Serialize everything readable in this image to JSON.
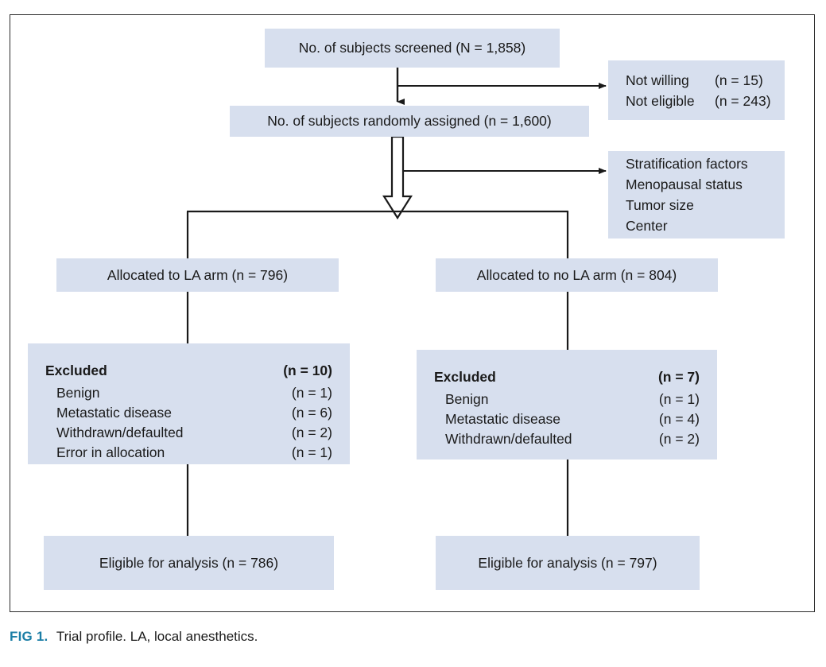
{
  "figure": {
    "caption_tag": "FIG 1.",
    "caption_text": "Trial profile. LA, local anesthetics.",
    "box_fill": "#d7dfee",
    "line_color": "#1a1a1a",
    "tag_color": "#1b7ea6"
  },
  "chart_data": {
    "type": "diagram",
    "title": "Trial profile",
    "nodes": [
      {
        "id": "screened",
        "label": "No. of subjects screened (N = 1,858)",
        "n": 1858
      },
      {
        "id": "randomized",
        "label": "No. of subjects randomly assigned (n = 1,600)",
        "n": 1600
      },
      {
        "id": "la_arm",
        "label": "Allocated to LA arm (n = 796)",
        "n": 796
      },
      {
        "id": "no_la_arm",
        "label": "Allocated to no LA arm (n = 804)",
        "n": 804
      },
      {
        "id": "eligible_la",
        "label": "Eligible for analysis (n = 786)",
        "n": 786
      },
      {
        "id": "eligible_no_la",
        "label": "Eligible for analysis (n = 797)",
        "n": 797
      }
    ]
  },
  "nodes": {
    "screened": {
      "text": "No. of subjects screened (N = 1,858)"
    },
    "randomized": {
      "text": "No. of subjects randomly assigned (n = 1,600)"
    },
    "la_arm": {
      "text": "Allocated to LA arm (n = 796)"
    },
    "no_la_arm": {
      "text": "Allocated to no LA arm (n = 804)"
    },
    "eligible_la": {
      "text": "Eligible for analysis (n = 786)"
    },
    "eligible_no_la": {
      "text": "Eligible for analysis (n = 797)"
    }
  },
  "not_included": {
    "rows": [
      {
        "label": "Not willing",
        "value": "(n = 15)"
      },
      {
        "label": "Not eligible",
        "value": "(n = 243)"
      }
    ]
  },
  "stratification": {
    "rows": [
      {
        "label": "Stratification factors"
      },
      {
        "label": "Menopausal status"
      },
      {
        "label": "Tumor size"
      },
      {
        "label": "Center"
      }
    ]
  },
  "excluded_la": {
    "head_label": "Excluded",
    "head_value": "(n = 10)",
    "rows": [
      {
        "label": "Benign",
        "value": "(n = 1)"
      },
      {
        "label": "Metastatic disease",
        "value": "(n = 6)"
      },
      {
        "label": "Withdrawn/defaulted",
        "value": "(n = 2)"
      },
      {
        "label": "Error in allocation",
        "value": "(n = 1)"
      }
    ]
  },
  "excluded_no_la": {
    "head_label": "Excluded",
    "head_value": "(n = 7)",
    "rows": [
      {
        "label": "Benign",
        "value": "(n = 1)"
      },
      {
        "label": "Metastatic disease",
        "value": "(n = 4)"
      },
      {
        "label": "Withdrawn/defaulted",
        "value": "(n = 2)"
      }
    ]
  }
}
